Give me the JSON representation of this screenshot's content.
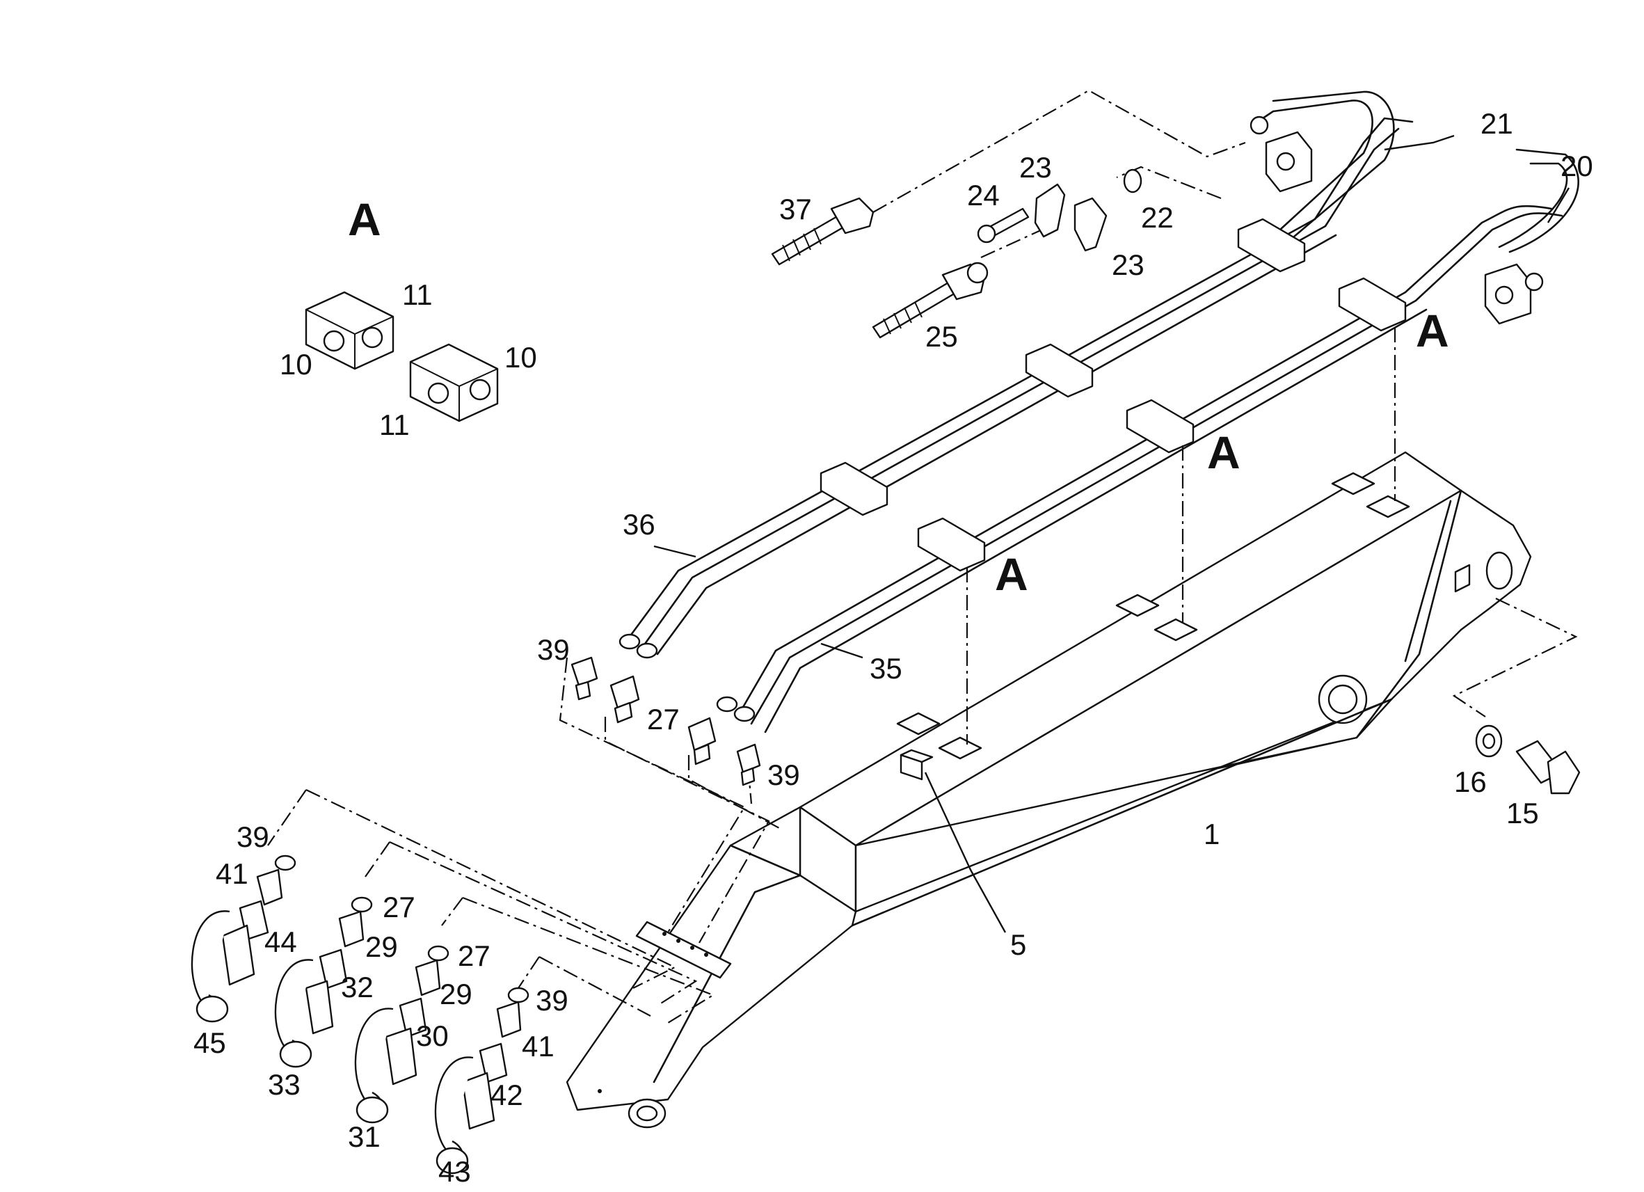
{
  "section_marker": "A",
  "part_labels": {
    "p1": "1",
    "p5": "5",
    "p10a": "10",
    "p10b": "10",
    "p11a": "11",
    "p11b": "11",
    "p15": "15",
    "p16": "16",
    "p20": "20",
    "p21": "21",
    "p22": "22",
    "p23a": "23",
    "p23b": "23",
    "p24": "24",
    "p25": "25",
    "p27a": "27",
    "p27b": "27",
    "p27c": "27",
    "p29a": "29",
    "p29b": "29",
    "p30": "30",
    "p31": "31",
    "p32": "32",
    "p33": "33",
    "p35": "35",
    "p36": "36",
    "p37": "37",
    "p39a": "39",
    "p39b": "39",
    "p39c": "39",
    "p39d": "39",
    "p41a": "41",
    "p41b": "41",
    "p42": "42",
    "p43": "43",
    "p44": "44",
    "p45": "45"
  },
  "colors": {
    "line": "#111111",
    "background": "#ffffff"
  }
}
